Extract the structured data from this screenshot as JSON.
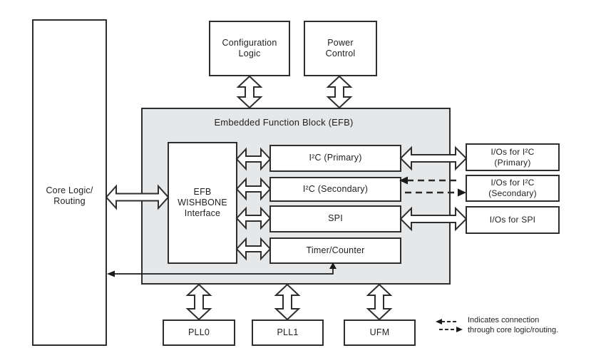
{
  "diagram_title": "Embedded Function Block (EFB)",
  "colors": {
    "line": "#2e2e2e",
    "efb_fill": "#e6e7e8",
    "box_fill": "#ffffff"
  },
  "blocks": {
    "core_logic": "Core Logic/\nRouting",
    "configuration_logic": "Configuration\nLogic",
    "power_control": "Power\nControl",
    "wishbone": "EFB\nWISHBONE\nInterface",
    "i2c_primary": "I²C (Primary)",
    "i2c_secondary": "I²C (Secondary)",
    "spi": "SPI",
    "timer_counter": "Timer/Counter",
    "io_i2c_primary": "I/Os for I²C\n(Primary)",
    "io_i2c_secondary": "I/Os for I²C\n(Secondary)",
    "io_spi": "I/Os for SPI",
    "pll0": "PLL0",
    "pll1": "PLL1",
    "ufm": "UFM"
  },
  "legend": {
    "text": "Indicates connection\nthrough core logic/routing."
  }
}
